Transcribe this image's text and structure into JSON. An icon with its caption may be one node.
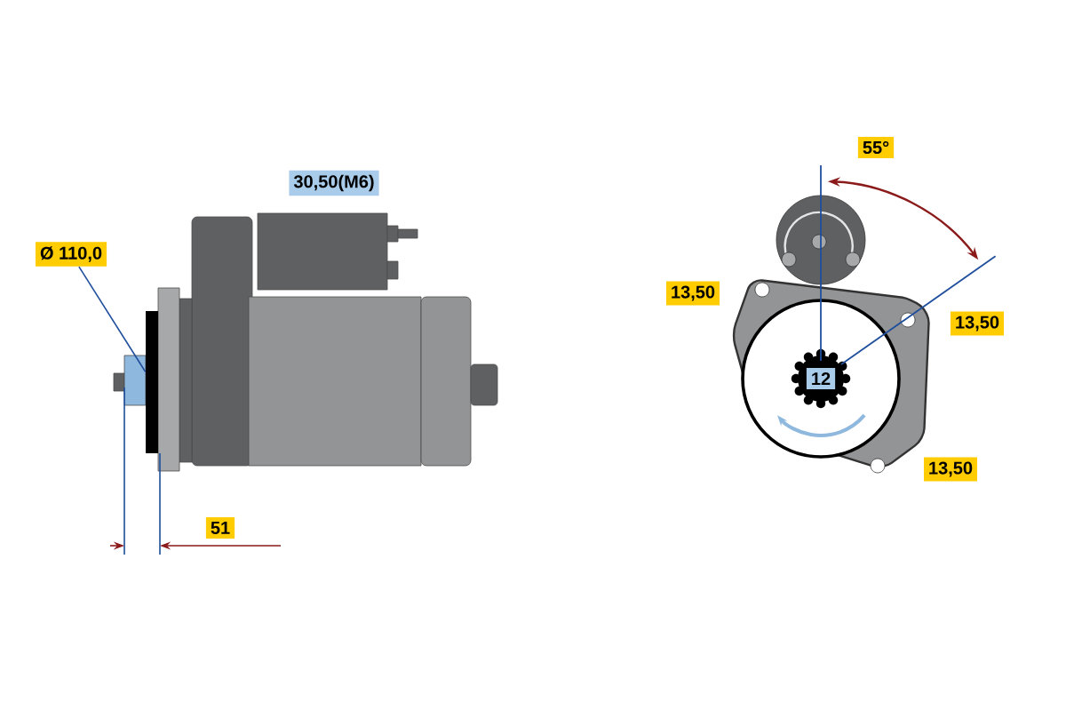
{
  "diagram": {
    "nodes": [
      {
        "text": [
          "55°"
        ]
      },
      {
        "text": [
          "30,50(M6)"
        ]
      },
      {
        "text": [
          "Ø 110,0"
        ]
      },
      {
        "text": [
          "13,50"
        ]
      },
      {
        "text": [
          "13,50"
        ]
      },
      {
        "text": [
          "12"
        ]
      },
      {
        "text": [
          "13,50"
        ]
      },
      {
        "text": [
          "51"
        ]
      },
      {
        "text": [],
        "shape": "bar"
      }
    ],
    "edges": [
      {
        "from": 2,
        "to": 8,
        "arrow": "none"
      }
    ]
  }
}
